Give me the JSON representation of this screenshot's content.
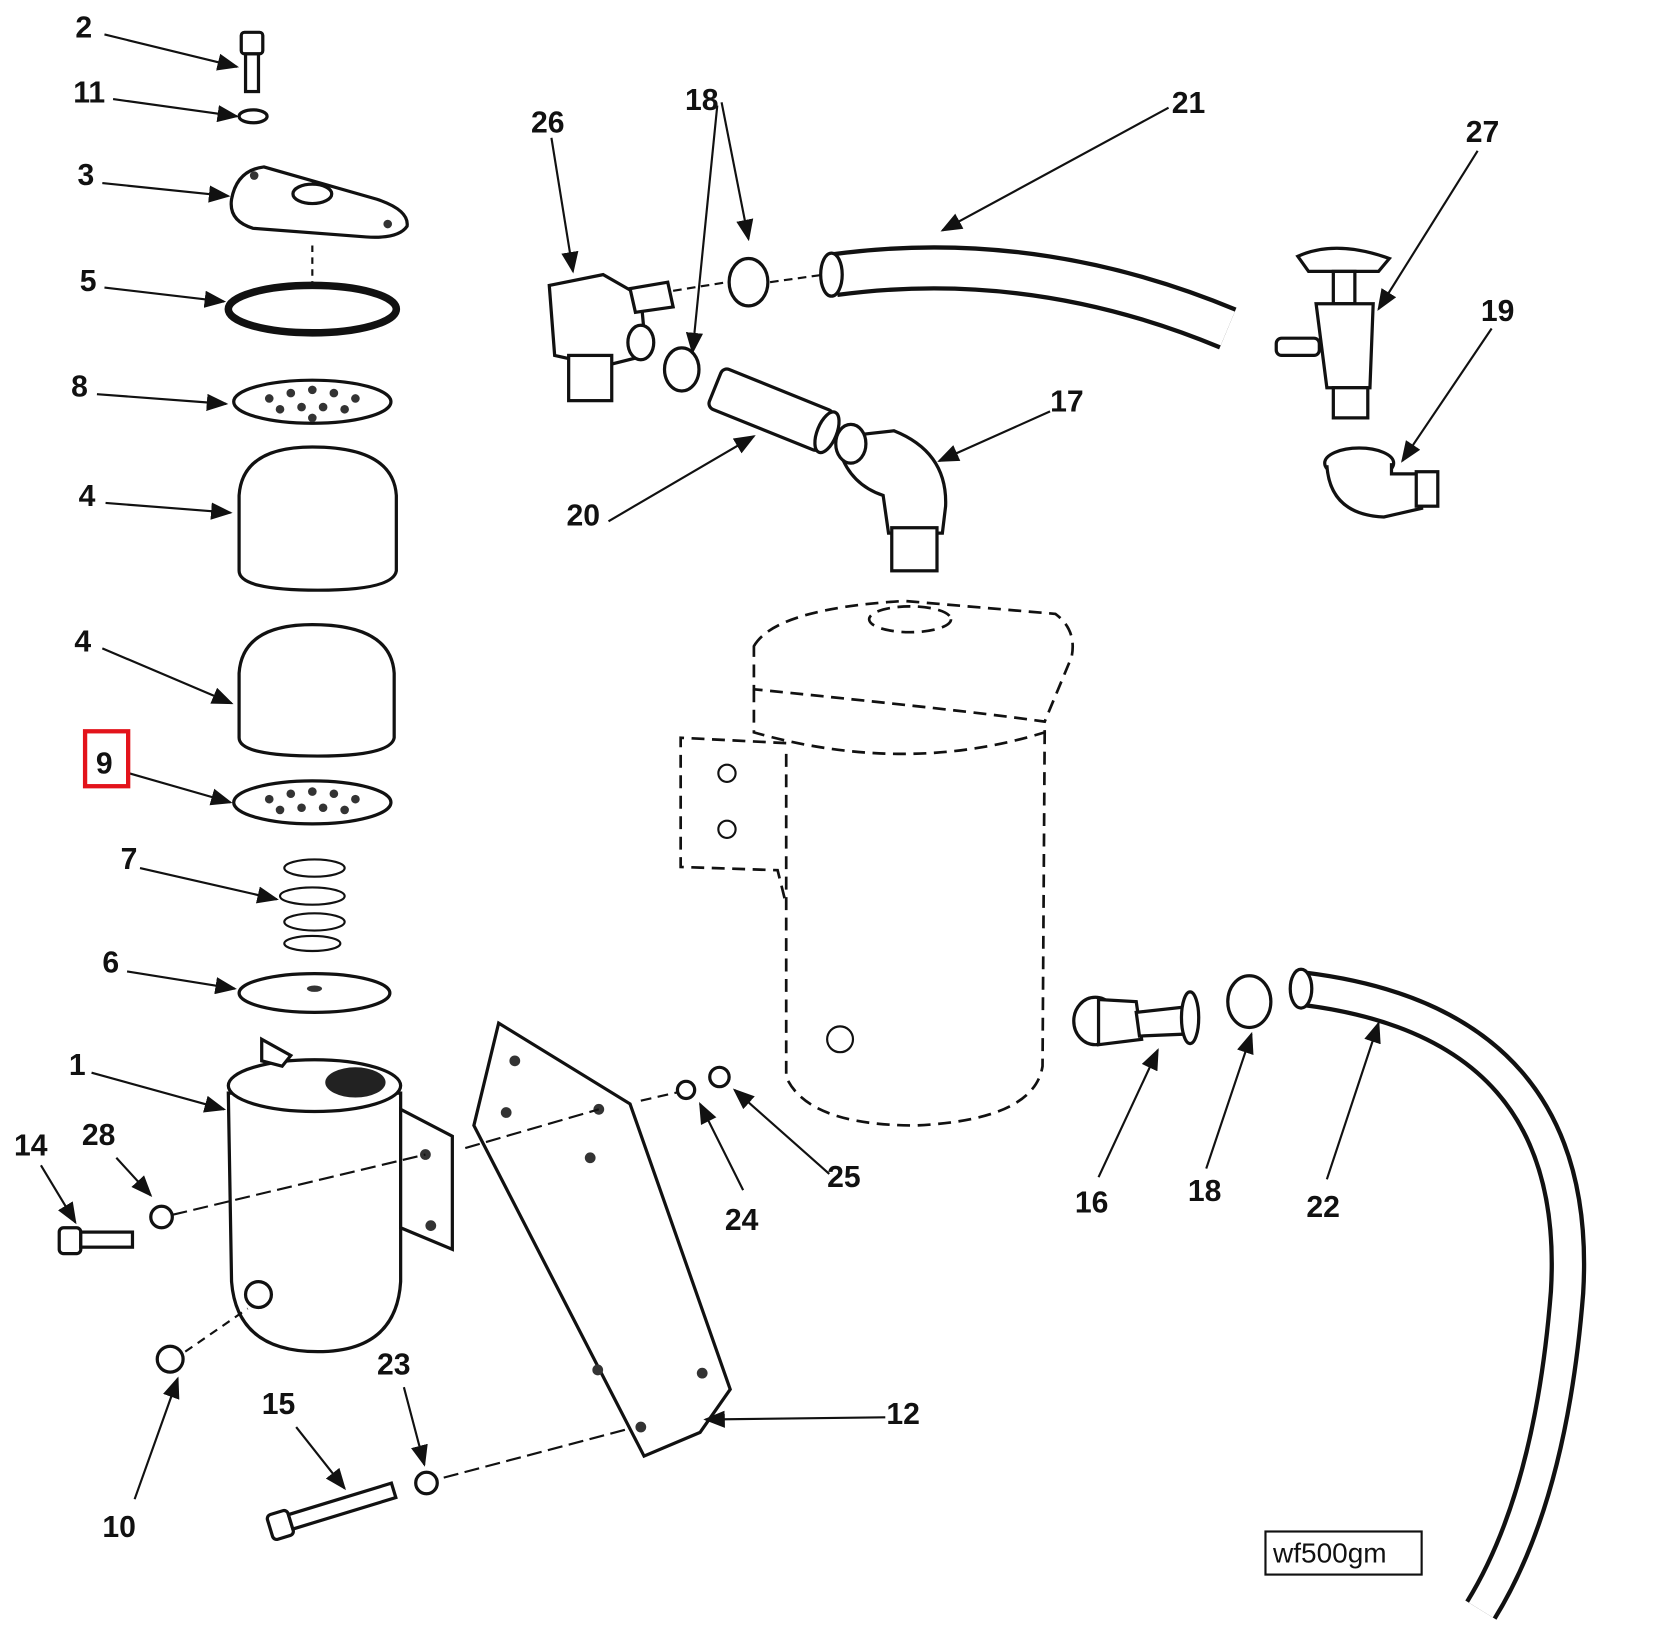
{
  "diagram": {
    "title": "Fuel filter assembly exploded view",
    "callouts": [
      "2",
      "11",
      "3",
      "5",
      "8",
      "4",
      "4",
      "9",
      "7",
      "6",
      "1",
      "14",
      "28",
      "10",
      "15",
      "23",
      "12",
      "24",
      "25",
      "16",
      "18",
      "22",
      "26",
      "18",
      "21",
      "27",
      "19",
      "17",
      "20"
    ],
    "highlighted_callout": "9",
    "highlight_color": "#e3131b",
    "figure_code": "wf500gm"
  }
}
